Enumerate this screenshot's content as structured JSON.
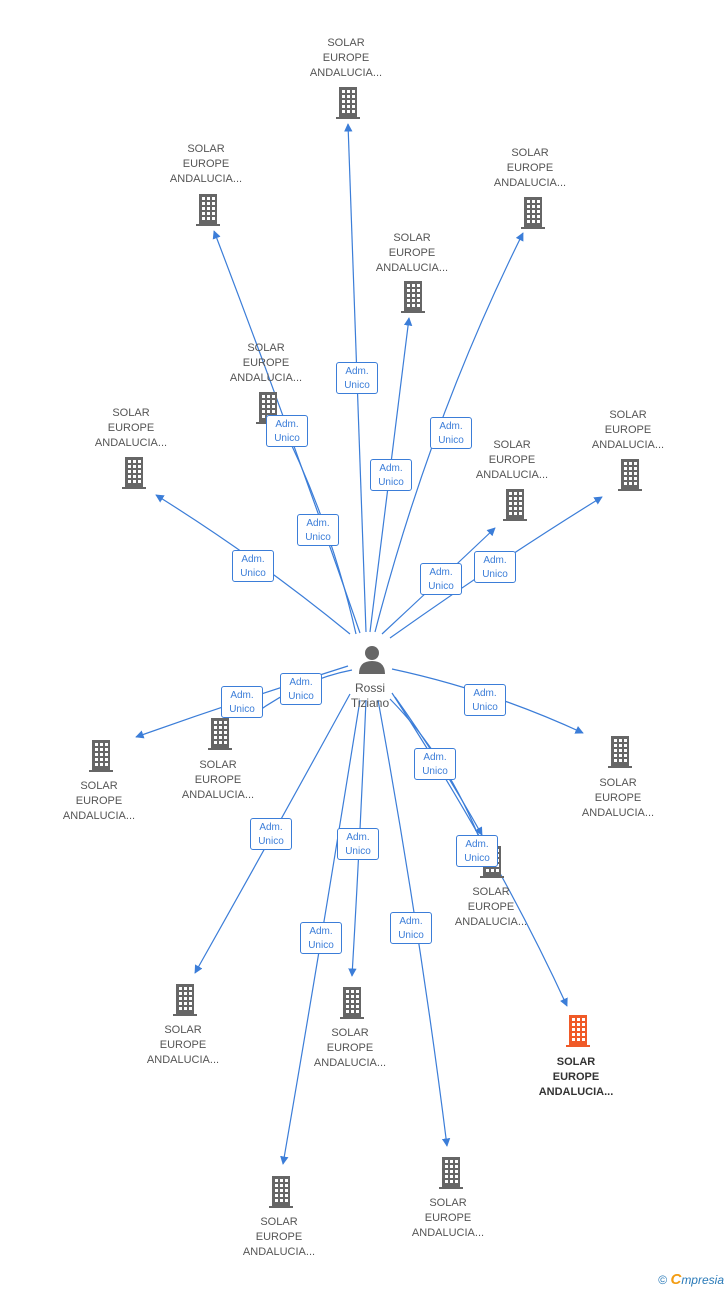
{
  "person": {
    "name_line1": "Rossi",
    "name_line2": "Tiziano"
  },
  "edge_role": {
    "line1": "Adm.",
    "line2": "Unico"
  },
  "companies": [
    {
      "id": "c1",
      "line1": "SOLAR",
      "line2": "EUROPE",
      "line3": "ANDALUCIA...",
      "highlight": false
    },
    {
      "id": "c2",
      "line1": "SOLAR",
      "line2": "EUROPE",
      "line3": "ANDALUCIA...",
      "highlight": false
    },
    {
      "id": "c3",
      "line1": "SOLAR",
      "line2": "EUROPE",
      "line3": "ANDALUCIA...",
      "highlight": false
    },
    {
      "id": "c4",
      "line1": "SOLAR",
      "line2": "EUROPE",
      "line3": "ANDALUCIA...",
      "highlight": false
    },
    {
      "id": "c5",
      "line1": "SOLAR",
      "line2": "EUROPE",
      "line3": "ANDALUCIA...",
      "highlight": false
    },
    {
      "id": "c6",
      "line1": "SOLAR",
      "line2": "EUROPE",
      "line3": "ANDALUCIA...",
      "highlight": false
    },
    {
      "id": "c7",
      "line1": "SOLAR",
      "line2": "EUROPE",
      "line3": "ANDALUCIA...",
      "highlight": false
    },
    {
      "id": "c8",
      "line1": "SOLAR",
      "line2": "EUROPE",
      "line3": "ANDALUCIA...",
      "highlight": false
    },
    {
      "id": "c9",
      "line1": "SOLAR",
      "line2": "EUROPE",
      "line3": "ANDALUCIA...",
      "highlight": false
    },
    {
      "id": "c10",
      "line1": "SOLAR",
      "line2": "EUROPE",
      "line3": "ANDALUCIA...",
      "highlight": false
    },
    {
      "id": "c11",
      "line1": "SOLAR",
      "line2": "EUROPE",
      "line3": "ANDALUCIA...",
      "highlight": false
    },
    {
      "id": "c12",
      "line1": "SOLAR",
      "line2": "EUROPE",
      "line3": "ANDALUCIA...",
      "highlight": false
    },
    {
      "id": "c13",
      "line1": "SOLAR",
      "line2": "EUROPE",
      "line3": "ANDALUCIA...",
      "highlight": false
    },
    {
      "id": "c14",
      "line1": "SOLAR",
      "line2": "EUROPE",
      "line3": "ANDALUCIA...",
      "highlight": false
    },
    {
      "id": "c15",
      "line1": "SOLAR",
      "line2": "EUROPE",
      "line3": "ANDALUCIA...",
      "highlight": false
    },
    {
      "id": "c16",
      "line1": "SOLAR",
      "line2": "EUROPE",
      "line3": "ANDALUCIA...",
      "highlight": false
    },
    {
      "id": "c17",
      "line1": "SOLAR",
      "line2": "EUROPE",
      "line3": "ANDALUCIA...",
      "highlight": true
    }
  ],
  "footer": {
    "copyright": "©",
    "brand_initial": "C",
    "brand_rest": "mpresia"
  },
  "colors": {
    "edge": "#3b7dd8",
    "building": "#666666",
    "building_highlight": "#f05a28",
    "person": "#666666"
  }
}
